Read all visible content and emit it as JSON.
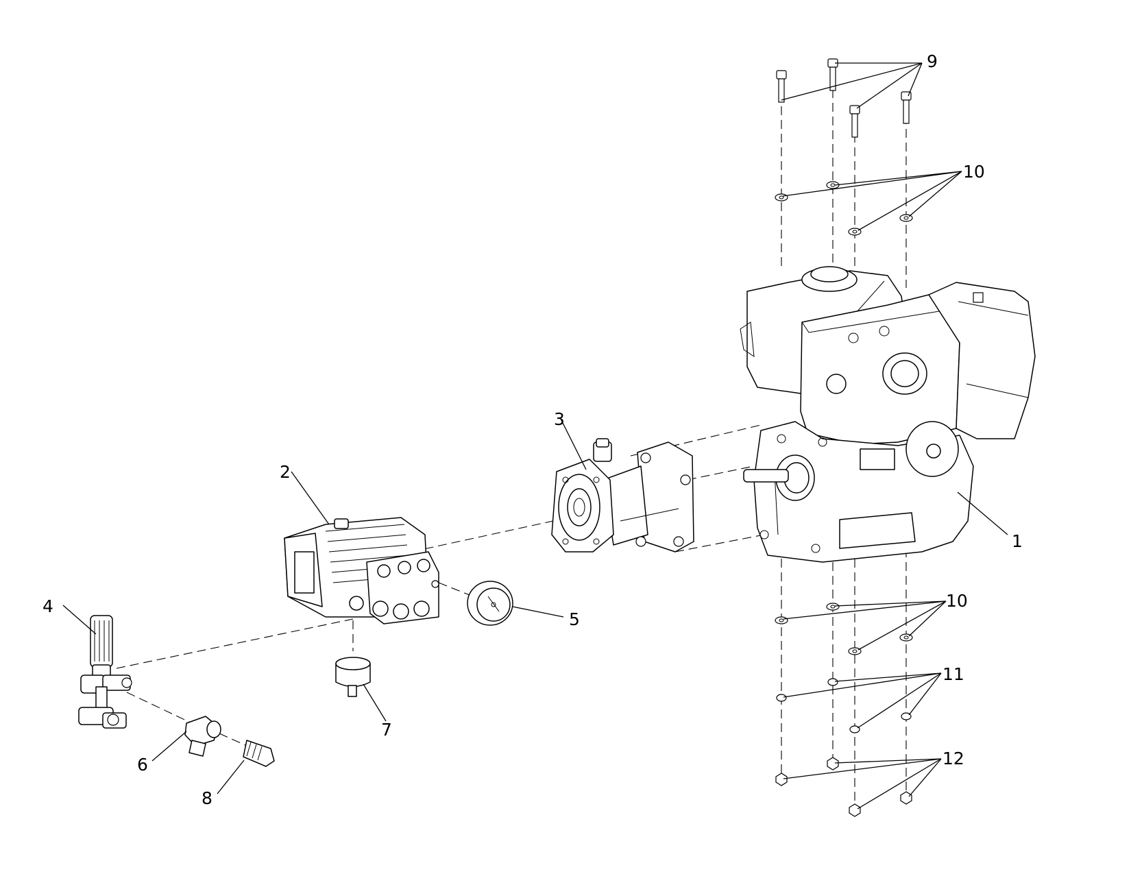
{
  "callouts": {
    "c1": "1",
    "c2": "2",
    "c3": "3",
    "c4": "4",
    "c5": "5",
    "c6": "6",
    "c7": "7",
    "c8": "8",
    "c9": "9",
    "c10_top": "10",
    "c10_bottom": "10",
    "c11": "11",
    "c12": "12"
  }
}
